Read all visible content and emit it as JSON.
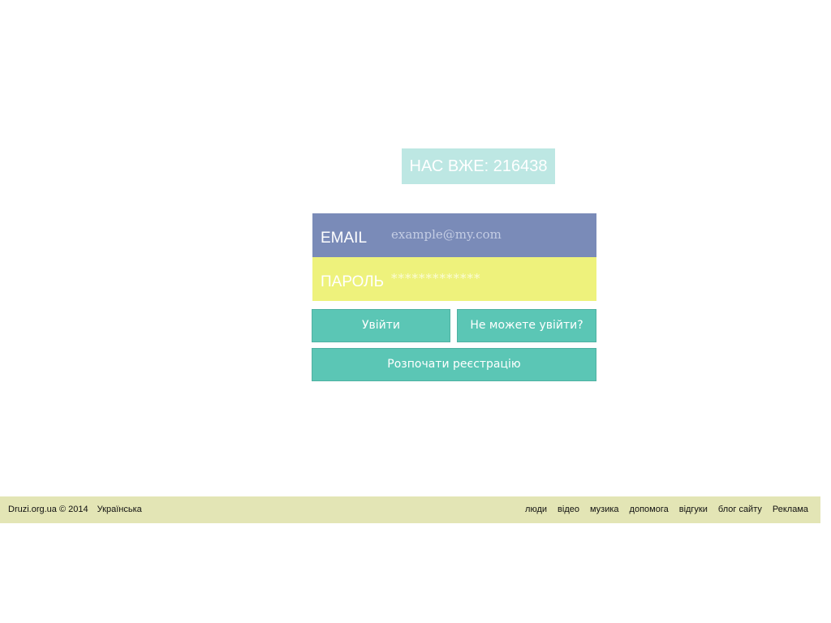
{
  "counter": {
    "text": "НАС ВЖЕ: 216438"
  },
  "login_form": {
    "email": {
      "label": "EMAIL",
      "placeholder": "example@my.com",
      "value": ""
    },
    "password": {
      "label": "ПАРОЛЬ",
      "placeholder": "*************",
      "value": ""
    },
    "login_button": "Увійти",
    "forgot_button": "Не можете увійти?",
    "register_button": "Розпочати реєстрацію"
  },
  "footer": {
    "copyright": "Druzi.org.ua © 2014",
    "language": "Українська",
    "links": [
      "люди",
      "відео",
      "музика",
      "допомога",
      "відгуки",
      "блог сайту",
      "Реклама"
    ]
  },
  "colors": {
    "counter_bg": "#bde7e3",
    "email_bg": "#7a8bb8",
    "password_bg": "#eef27c",
    "button_bg": "#5bc6b5",
    "footer_bg": "#e3e5b5"
  }
}
